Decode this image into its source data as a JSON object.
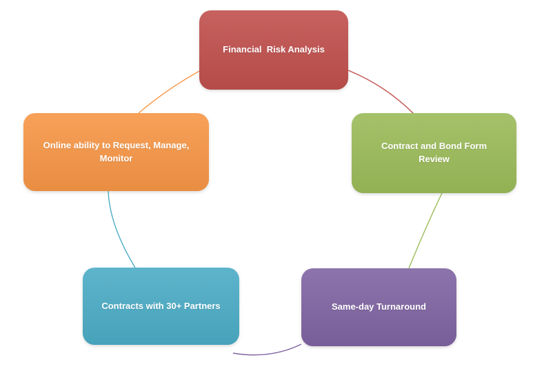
{
  "diagram": {
    "type": "cycle",
    "background_color": "#ffffff",
    "label_text_color": "#ffffff",
    "nodes": [
      {
        "id": "financial-risk-analysis",
        "label": "Financial  Risk Analysis",
        "color": "#c0504d"
      },
      {
        "id": "contract-and-bond-form-review",
        "label": "Contract and Bond Form\nReview",
        "color": "#9bbb59"
      },
      {
        "id": "same-day-turnaround",
        "label": "Same-day Turnaround",
        "color": "#8064a2"
      },
      {
        "id": "contracts-with-30-plus-partners",
        "label": "Contracts with 30+ Partners",
        "color": "#4bacc6"
      },
      {
        "id": "online-ability-to-request-manage-monitor",
        "label": "Online ability to Request, Manage,\nMonitor",
        "color": "#f79646"
      }
    ],
    "connectors": [
      {
        "from": "financial-risk-analysis",
        "to": "contract-and-bond-form-review",
        "color": "#c0504d"
      },
      {
        "from": "contract-and-bond-form-review",
        "to": "same-day-turnaround",
        "color": "#9bbb59"
      },
      {
        "from": "same-day-turnaround",
        "to": "contracts-with-30-plus-partners",
        "color": "#8064a2"
      },
      {
        "from": "contracts-with-30-plus-partners",
        "to": "online-ability-to-request-manage-monitor",
        "color": "#4bacc6"
      },
      {
        "from": "online-ability-to-request-manage-monitor",
        "to": "financial-risk-analysis",
        "color": "#f79646"
      }
    ]
  }
}
